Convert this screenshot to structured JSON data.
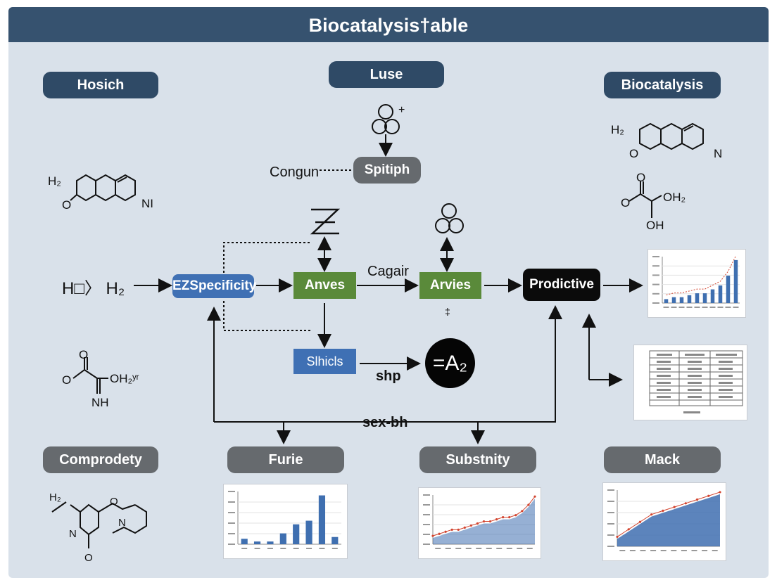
{
  "title": "Biocatalysis†able",
  "headers": {
    "hosich": "Hosich",
    "luse": "Luse",
    "biocatalysis": "Biocatalysis",
    "comprodety": "Comprodety",
    "furie": "Furie",
    "substnity": "Substnity",
    "mack": "Mack"
  },
  "nodes": {
    "spitiph": "Spitiph",
    "ezspecificity": "EZSpecificity",
    "anves": "Anves",
    "arvies": "Arvies",
    "prodictive": "Prodictive",
    "slhicls": "Slhicls",
    "a2": "=A₂"
  },
  "labels": {
    "congun": "Congun",
    "cagair": "Cagair",
    "shp": "shp",
    "sexbh": "sex-bh",
    "h2_input": "H□〉 H₂",
    "small_mark": "‡"
  },
  "chem_text": {
    "left_top_h2": "H₂",
    "left_top_o": "O",
    "left_top_n": "NI",
    "left_mid_oh": "OH₂ʸʳ",
    "left_mid_nh": "NH",
    "left_bottom_h2": "H₂",
    "right_top_h2": "H₂",
    "right_top_n": "N",
    "right_mid_oh2": "OH₂",
    "right_mid_oh": "OH",
    "plus": "+"
  },
  "colors": {
    "navy": "#2f4a66",
    "title_bar": "#36526f",
    "gray_pill": "#666a6e",
    "blue_box": "#3f70b4",
    "green_box": "#5a8a3a",
    "black_box": "#0b0b0b",
    "panel_bg": "#d9e1ea",
    "bar_blue": "#3f6fb0",
    "trend_red": "#d2442f"
  },
  "chart_data": [
    {
      "type": "bar",
      "title": "",
      "values": [
        2,
        3,
        3,
        4,
        5,
        5,
        7,
        9,
        14,
        22
      ]
    },
    {
      "type": "bar",
      "title": "",
      "values": [
        3,
        1.5,
        1.5,
        6,
        11,
        13,
        27,
        4
      ]
    },
    {
      "type": "area",
      "title": "",
      "values": [
        3,
        4,
        5,
        6,
        6,
        7,
        8,
        9,
        10,
        10,
        11,
        12,
        12,
        13,
        15,
        18,
        22
      ]
    },
    {
      "type": "area",
      "title": "",
      "values": [
        2,
        4,
        6,
        8,
        9,
        10,
        11,
        12,
        13,
        14
      ]
    }
  ]
}
